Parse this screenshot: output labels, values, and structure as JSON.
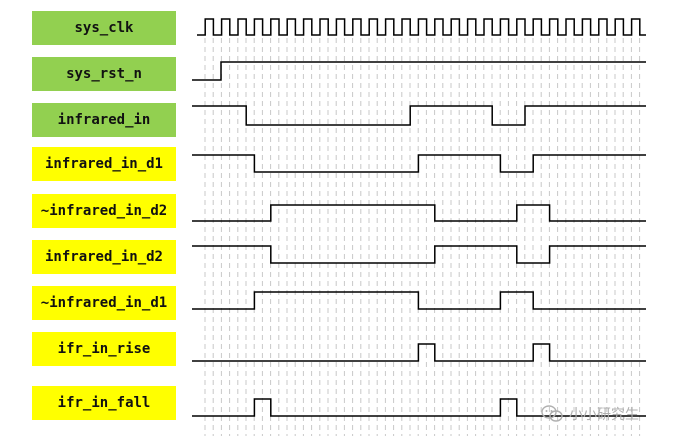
{
  "signals": [
    {
      "name": "sys_clk",
      "color": "#92d050",
      "wave": "clock"
    },
    {
      "name": "sys_rst_n",
      "color": "#92d050",
      "wave": "reset"
    },
    {
      "name": "infrared_in",
      "color": "#92d050",
      "wave": "in"
    },
    {
      "name": "infrared_in_d1",
      "color": "#ffff00",
      "wave": "d1"
    },
    {
      "name": "~infrared_in_d2",
      "color": "#ffff00",
      "wave": "nd2"
    },
    {
      "name": "infrared_in_d2",
      "color": "#ffff00",
      "wave": "d2"
    },
    {
      "name": "~infrared_in_d1",
      "color": "#ffff00",
      "wave": "nd1"
    },
    {
      "name": "ifr_in_rise",
      "color": "#ffff00",
      "wave": "rise"
    },
    {
      "name": "ifr_in_fall",
      "color": "#ffff00",
      "wave": "fall"
    }
  ],
  "watermark": {
    "text": "小小研究生",
    "icon": "wechat-icon"
  }
}
